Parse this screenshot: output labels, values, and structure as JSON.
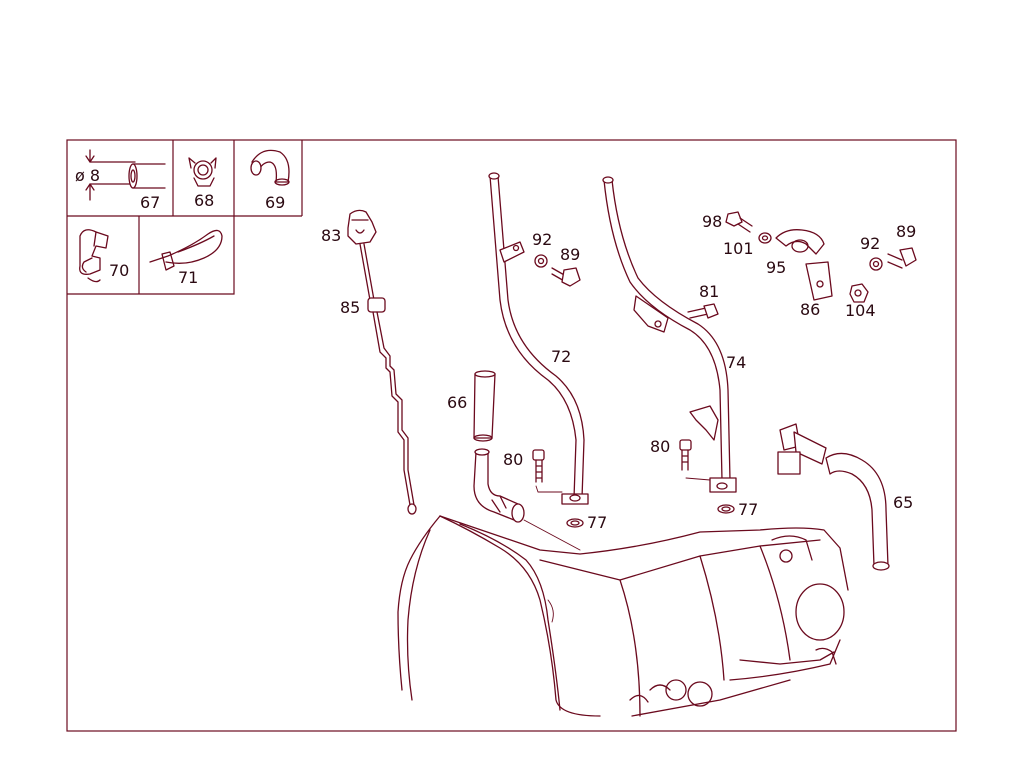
{
  "diagram": {
    "inset": {
      "diameter_label": "ø 8",
      "parts": [
        "67",
        "68",
        "69",
        "70",
        "71"
      ]
    },
    "callouts": {
      "p83": "83",
      "p85": "85",
      "p66": "66",
      "p72": "72",
      "p92a": "92",
      "p89a": "89",
      "p80a": "80",
      "p77a": "77",
      "p74": "74",
      "p81": "81",
      "p98": "98",
      "p101": "101",
      "p95": "95",
      "p86": "86",
      "p92b": "92",
      "p89b": "89",
      "p104": "104",
      "p80b": "80",
      "p77b": "77",
      "p65": "65"
    },
    "colors": {
      "line": "#6b0a1e",
      "text": "#2b0a12",
      "background": "#ffffff"
    }
  }
}
